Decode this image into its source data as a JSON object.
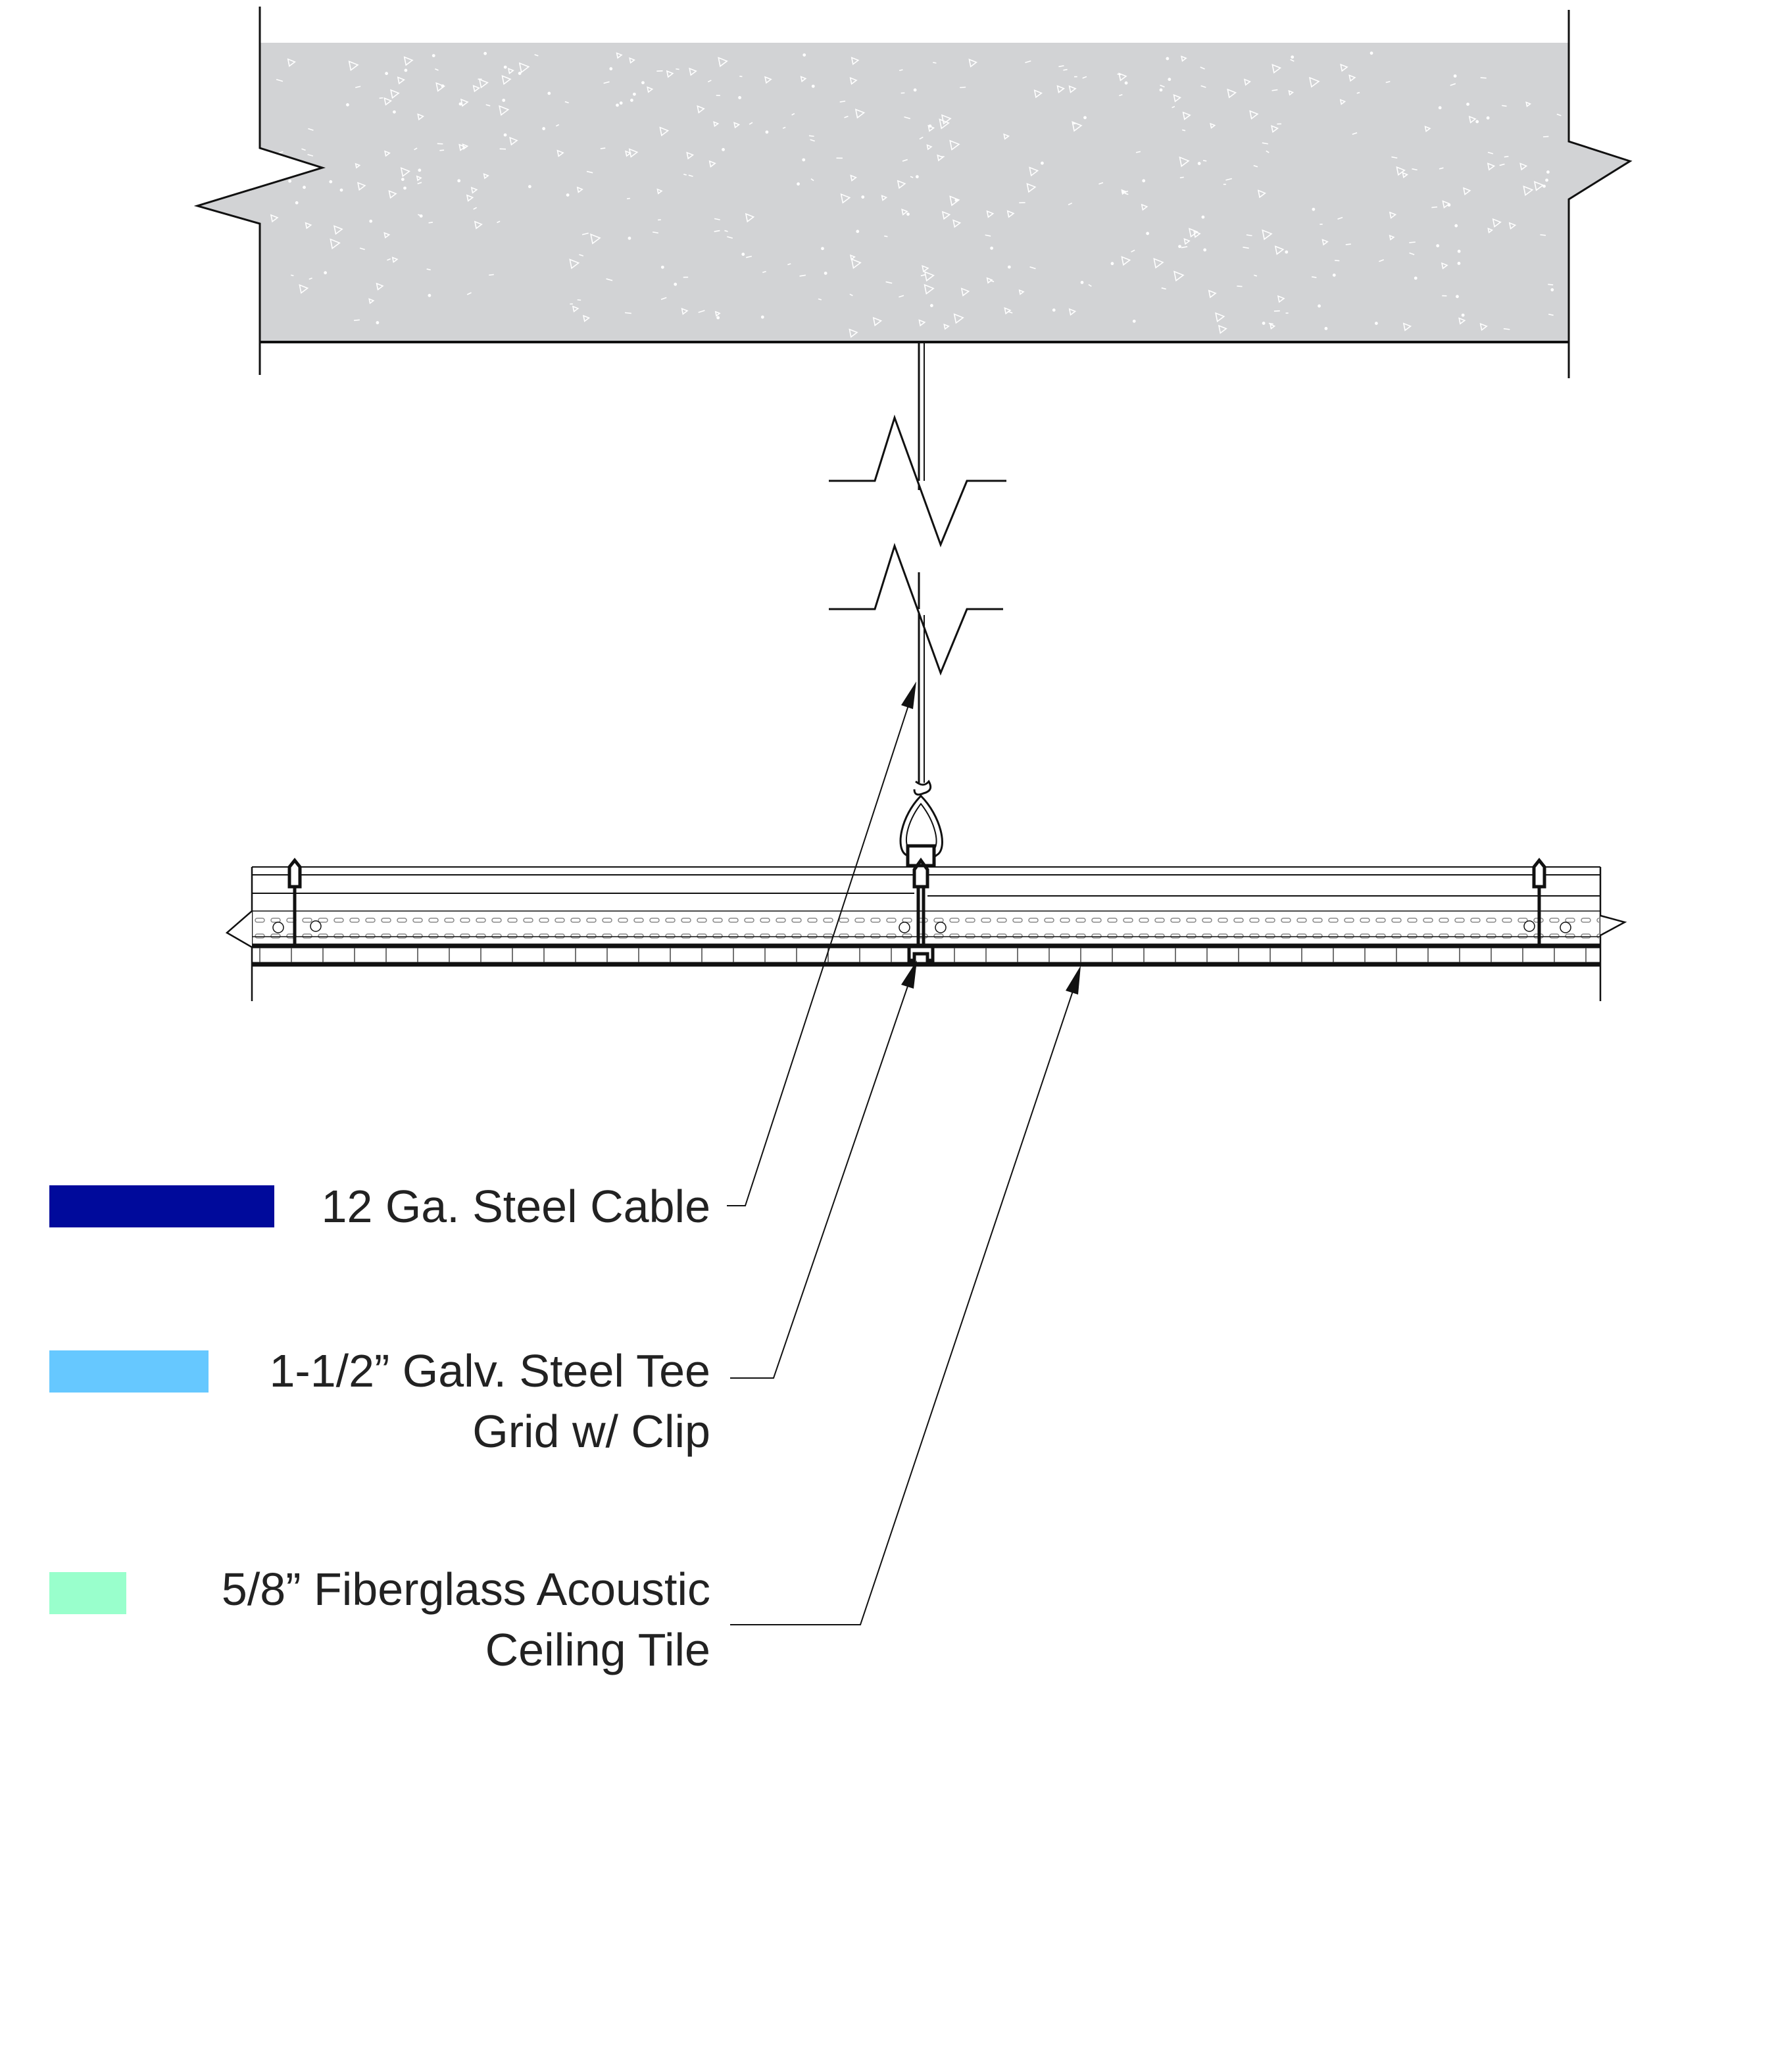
{
  "legend": [
    {
      "lines": [
        "12 Ga. Steel Cable"
      ],
      "color": "#000a9b"
    },
    {
      "lines": [
        "1-1/2” Galv. Steel Tee",
        "Grid w/ Clip"
      ],
      "color": "#66c8ff"
    },
    {
      "lines": [
        "5/8” Fiberglass Acoustic",
        "Ceiling Tile"
      ],
      "color": "#99ffcc"
    }
  ],
  "colors": {
    "concrete": "#d2d3d5",
    "line": "#111111"
  }
}
